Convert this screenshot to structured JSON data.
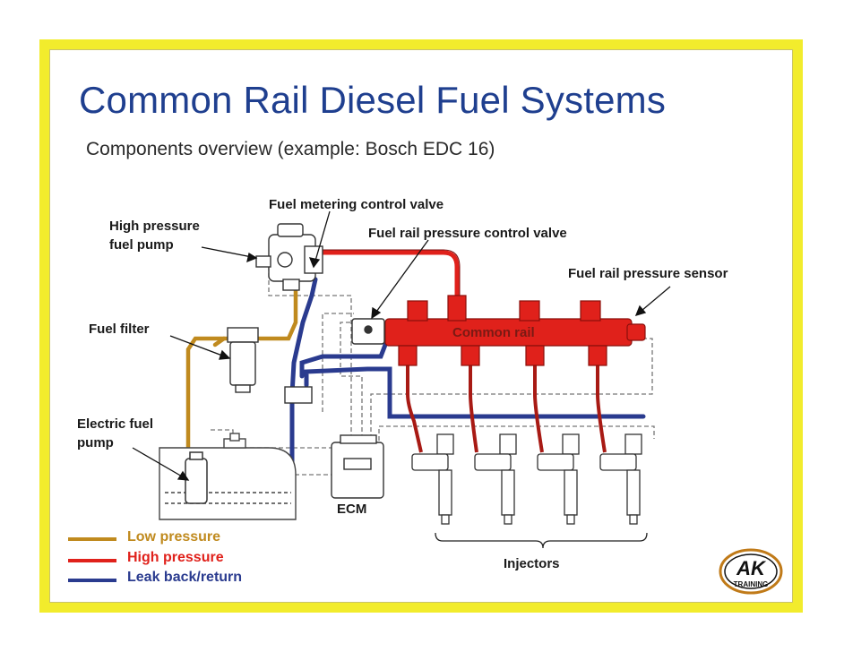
{
  "title": "Common Rail Diesel Fuel Systems",
  "subtitle": "Components overview (example: Bosch EDC 16)",
  "labels": {
    "metering_valve": "Fuel metering control valve",
    "hp_pump_1": "High pressure",
    "hp_pump_2": "fuel pump",
    "rail_valve": "Fuel rail pressure control valve",
    "rail_sensor": "Fuel rail pressure sensor",
    "fuel_filter": "Fuel filter",
    "common_rail": "Common rail",
    "electric_pump_1": "Electric fuel",
    "electric_pump_2": "pump",
    "ecm": "ECM",
    "injectors": "Injectors"
  },
  "legend": [
    {
      "label": "Low pressure",
      "color": "#c08a1e"
    },
    {
      "label": "High pressure",
      "color": "#e0211b"
    },
    {
      "label": "Leak back/return",
      "color": "#2a3b8f"
    }
  ],
  "logo": {
    "text_main": "AK",
    "text_sub": "TRAINING"
  },
  "colors": {
    "frame": "#f2ec2c",
    "title": "#1f3f8f",
    "rail": "#e0211b",
    "low": "#c08a1e",
    "return": "#2a3b8f"
  }
}
